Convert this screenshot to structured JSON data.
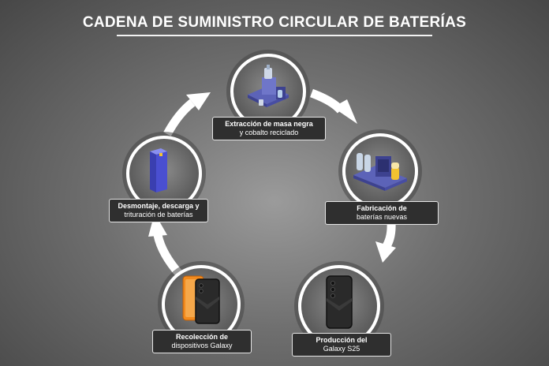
{
  "title": "CADENA DE SUMINISTRO CIRCULAR DE BATERÍAS",
  "steps": [
    {
      "line1": "Extracción de masa negra",
      "line2": "y cobalto reciclado"
    },
    {
      "line1": "Fabricación de",
      "line2": "baterías nuevas"
    },
    {
      "line1": "Producción del",
      "line2": "Galaxy S25"
    },
    {
      "line1": "Recolección de",
      "line2": "dispositivos Galaxy"
    },
    {
      "line1": "Desmontaje, descarga y",
      "line2": "trituración de baterías"
    }
  ],
  "colors": {
    "background": "#6f6f6f",
    "label_background": "#2f2f2f",
    "ring": "#ffffff",
    "machine_blue": "#5c63b8",
    "battery_blue": "#4a4fd1",
    "yellow": "#f2c230",
    "phone_orange": "#f28a1d"
  },
  "icons": [
    "recycling-machine-icon",
    "battery-factory-icon",
    "phone-back-icon",
    "phones-stack-icon",
    "battery-cell-icon"
  ]
}
